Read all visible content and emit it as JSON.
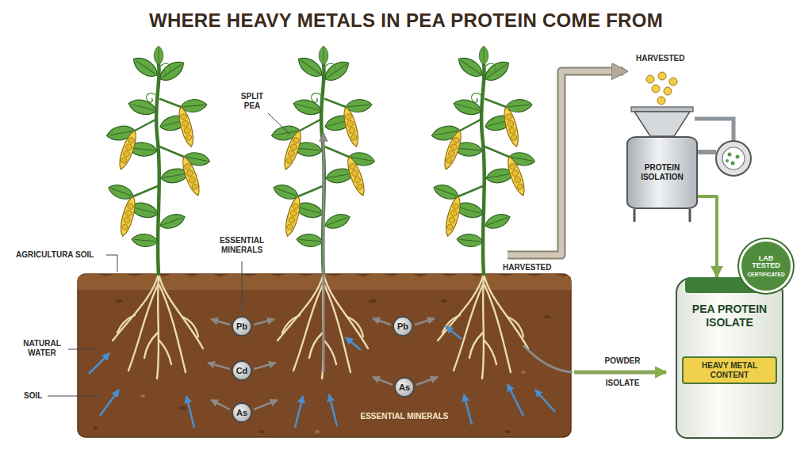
{
  "diagram": {
    "title": "WHERE HEAVY METALS IN PEA PROTEIN COME FROM",
    "nodes": [
      {
        "text": [
          "Pb"
        ]
      },
      {
        "text": [
          "Pb"
        ]
      },
      {
        "text": [
          "Cd"
        ]
      },
      {
        "text": [
          "As"
        ]
      },
      {
        "text": [
          "As"
        ]
      },
      {
        "text": [
          "PROTEIN ISOLATION"
        ]
      },
      {
        "text": [
          "PEA PROTEIN ISOLATE"
        ]
      },
      {
        "text": [
          "HEAVY METAL CONTENT"
        ],
        "in": 6
      },
      {
        "text": [
          "LAB TESTED",
          "CERTIFICATED"
        ]
      }
    ],
    "edges": [
      {
        "from": 5,
        "to": 6,
        "arrow": "to"
      }
    ],
    "labels": [
      "SPLIT PEA",
      "AGRICULTURA SOIL",
      "ESSENTIAL MINERALS",
      "NATURAL WATER",
      "SOIL",
      "HARVESTED",
      "HARVESTED",
      "POWDER",
      "ISOLATE",
      "ESSENTIAL MINERALS"
    ]
  }
}
